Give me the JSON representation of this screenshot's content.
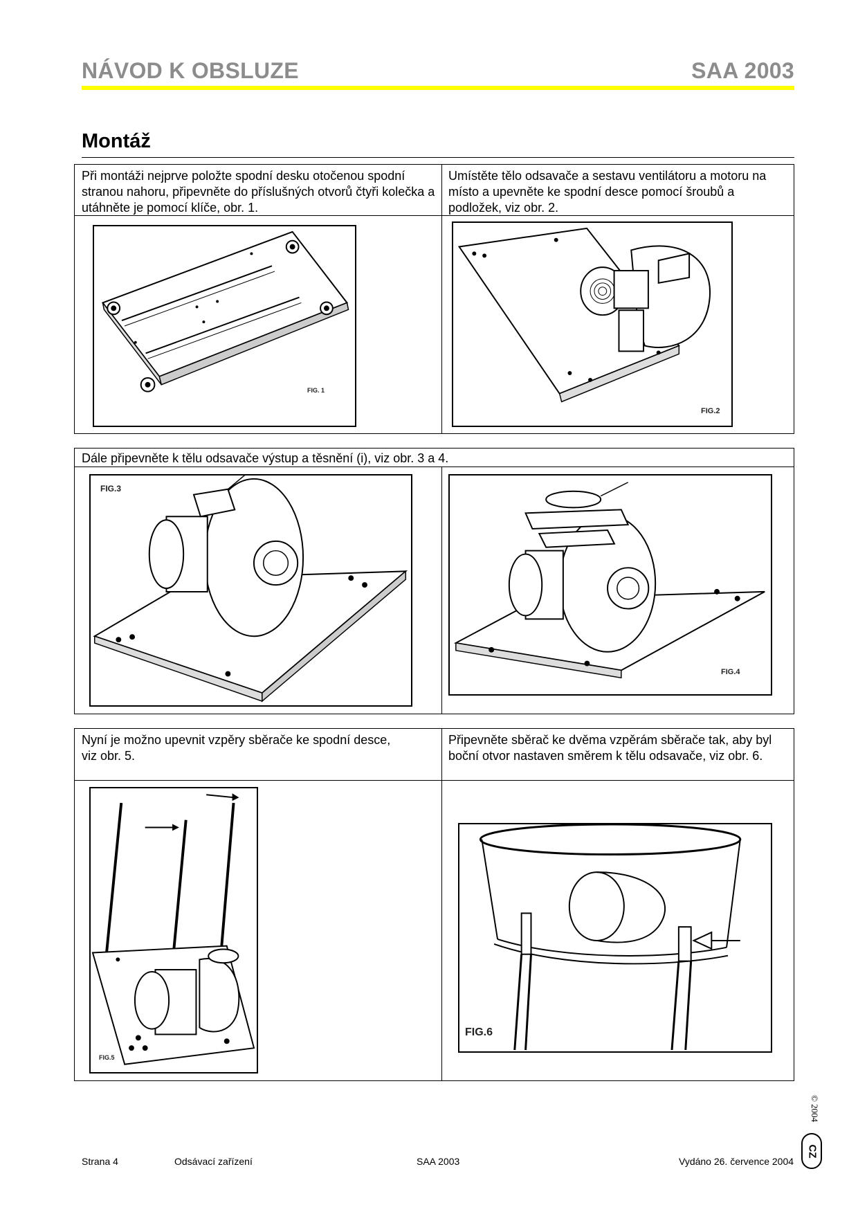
{
  "header": {
    "title": "NÁVOD K OBSLUZE",
    "model": "SAA 2003"
  },
  "section": {
    "title": "Montáž"
  },
  "steps": {
    "step1": "Při  montáži nejprve položte spodní desku otočenou spodní stranou nahoru, připevněte do příslušných otvorů čtyři kolečka a utáhněte je pomocí klíče, obr. 1.",
    "step2": "Umístěte tělo odsavače a sestavu ventilátoru a motoru na místo a upevněte ke spodní desce pomocí šroubů a podložek, viz obr. 2.",
    "step3": "Dále připevněte k tělu odsavače výstup a těsnění (i), viz obr. 3 a 4.",
    "step4": "Nyní je možno upevnit vzpěry sběrače ke spodní desce, viz obr. 5.",
    "step5": "Připevněte sběrač ke dvěma vzpěrám sběrače tak, aby byl boční otvor nastaven směrem k tělu odsavače, viz obr. 6."
  },
  "figures": {
    "fig1": "FIG. 1",
    "fig2": "FIG.2",
    "fig3": "FIG.3",
    "fig4": "FIG.4",
    "fig5": "FIG.5",
    "fig6": "FIG.6"
  },
  "side": {
    "copyright": "© 2004",
    "lang_badge": "CZ"
  },
  "footer": {
    "page": "Strana 4",
    "product": "Odsávací zařízení",
    "model": "SAA 2003",
    "issued": "Vydáno 26. července 2004"
  },
  "colors": {
    "header_text": "#8c8c8c",
    "header_rule": "#ffff00"
  }
}
